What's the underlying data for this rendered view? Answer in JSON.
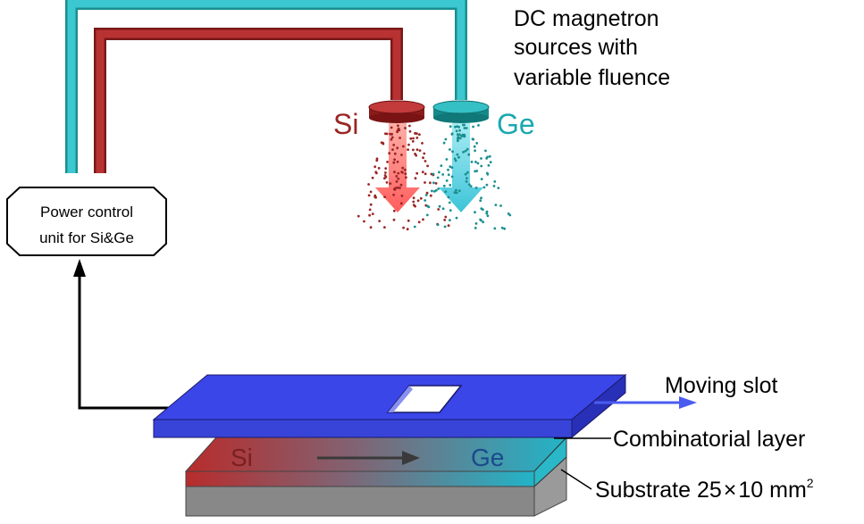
{
  "labels": {
    "sources_line1": "DC magnetron",
    "sources_line2": "sources with",
    "sources_line3": "variable fluence",
    "si_source": "Si",
    "ge_source": "Ge",
    "power_line1": "Power control",
    "power_line2": "unit for Si&Ge",
    "moving_slot": "Moving slot",
    "combinatorial_layer": "Combinatorial layer",
    "substrate_text": "Substrate 25",
    "substrate_times": "×",
    "substrate_dim": "10 mm",
    "substrate_sup": "2",
    "layer_si": "Si",
    "layer_ge": "Ge"
  },
  "colors": {
    "si_dark": "#9a2626",
    "si_fill": "#b83232",
    "ge_dark": "#1a8f8f",
    "ge_fill": "#2bbcbc",
    "si_arrow": "#ff7070",
    "ge_arrow": "#55d0e0",
    "slot_blue": "#3a46e8",
    "slot_blue_side": "#2c36c0",
    "arrow_blue": "#4a5cf0",
    "substrate_top": "#cccccc",
    "substrate_side": "#888888"
  }
}
